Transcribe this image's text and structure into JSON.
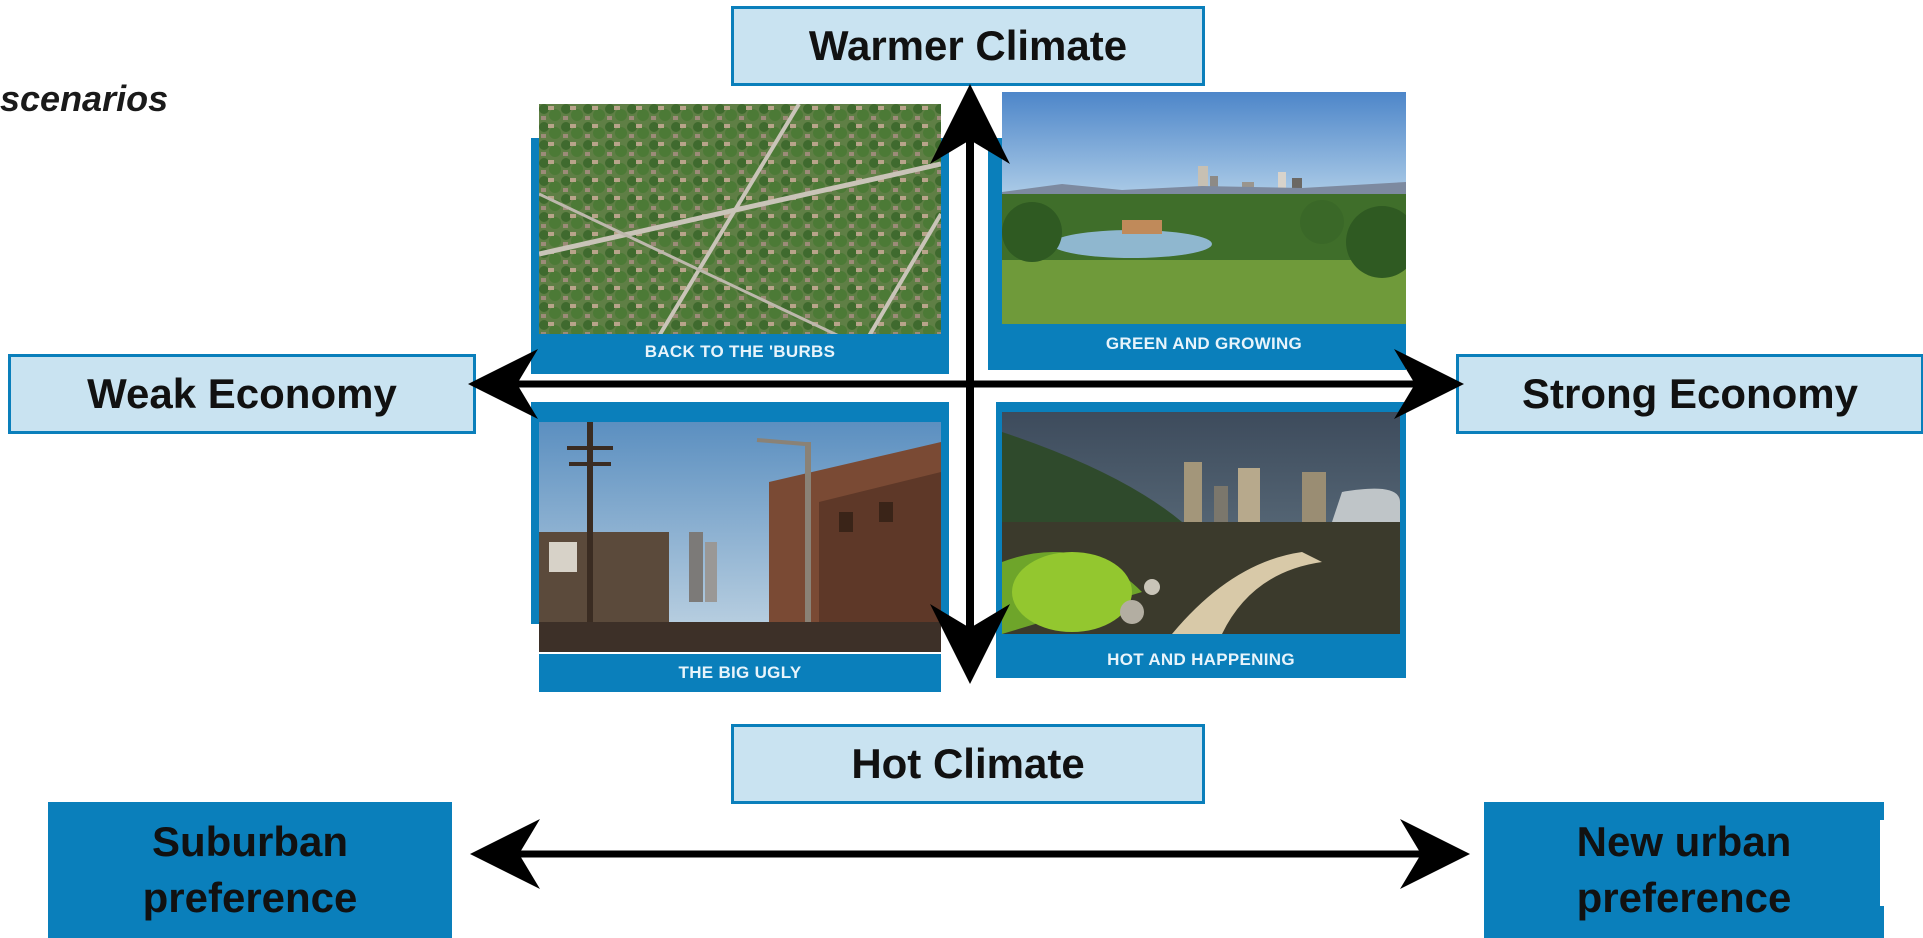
{
  "page": {
    "title_fragment": "scenarios"
  },
  "axes": {
    "top": "Warmer Climate",
    "bottom": "Hot Climate",
    "left": "Weak Economy",
    "right": "Strong Economy"
  },
  "preferences": {
    "left": "Suburban preference",
    "right": "New urban preference"
  },
  "scenarios": [
    {
      "caption": "BACK TO THE 'BURBS",
      "photo": "suburban-aerial"
    },
    {
      "caption": "GREEN AND GROWING",
      "photo": "city-park-skyline"
    },
    {
      "caption": "THE BIG UGLY",
      "photo": "derelict-alley"
    },
    {
      "caption": "HOT AND HAPPENING",
      "photo": "night-city-trail"
    }
  ],
  "colors": {
    "accent_blue": "#0a7fbb",
    "label_fill": "#c9e3f1",
    "arrow": "#000000"
  }
}
